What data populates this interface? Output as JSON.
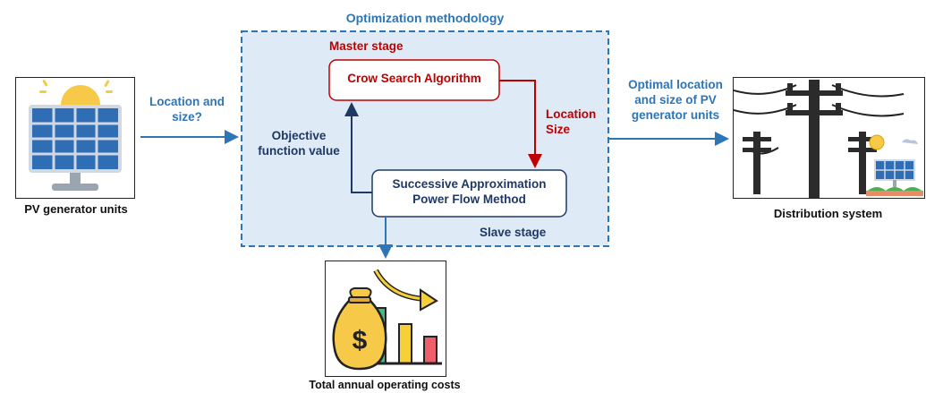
{
  "diagram": {
    "title": "Optimization methodology",
    "left": {
      "caption": "PV generator units",
      "icon": "solar-panel-icon"
    },
    "input_label_line1": "Location and",
    "input_label_line2": "size?",
    "master": {
      "stage_label": "Master stage",
      "box_text": "Crow Search Algorithm"
    },
    "slave": {
      "stage_label": "Slave stage",
      "box_line1": "Successive Approximation",
      "box_line2": "Power Flow Method"
    },
    "feedback_label_line1": "Objective",
    "feedback_label_line2": "function value",
    "location_label": "Location",
    "size_label": "Size",
    "output_label_line1": "Optimal location",
    "output_label_line2": "and size of PV",
    "output_label_line3": "generator units",
    "right": {
      "caption": "Distribution system",
      "icon": "power-pole-icon"
    },
    "bottom": {
      "caption": "Total annual operating costs",
      "icon": "money-bag-chart-icon"
    },
    "colors": {
      "blue": "#2e75b6",
      "navy": "#1f3864",
      "red": "#c00000",
      "panel_fill": "#deebf7"
    }
  }
}
